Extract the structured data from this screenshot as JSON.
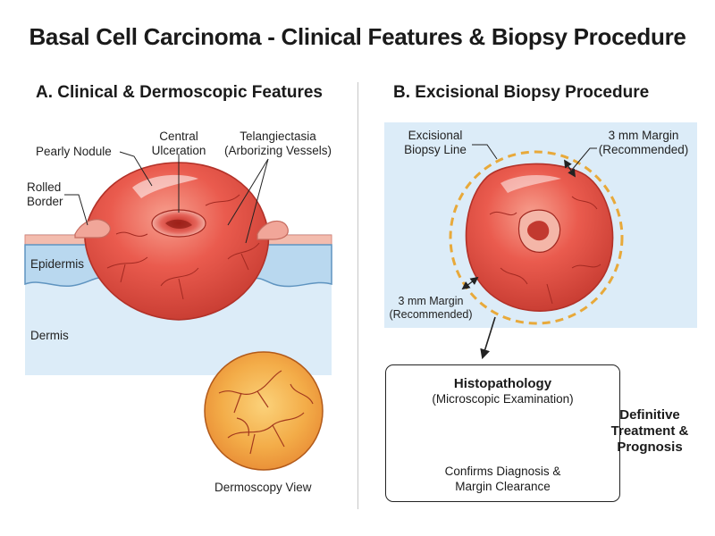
{
  "title": "Basal Cell Carcinoma - Clinical Features & Biopsy Procedure",
  "section_a": {
    "title": "A. Clinical & Dermoscopic Features",
    "labels": {
      "pearly_nodule": "Pearly Nodule",
      "central_ulceration": "Central\nUlceration",
      "telangiectasia": "Telangiectasia\n(Arborizing Vessels)",
      "rolled_border": "Rolled\nBorder",
      "epidermis": "Epidermis",
      "dermis": "Dermis",
      "dermoscopy_view": "Dermoscopy View"
    }
  },
  "section_b": {
    "title": "B. Excisional Biopsy Procedure",
    "labels": {
      "excisional_line": "Excisional\nBiopsy Line",
      "margin_top": "3 mm Margin\n(Recommended)",
      "margin_bottom": "3 mm Margin\n(Recommended)"
    },
    "histopathology": {
      "title": "Histopathology",
      "subtitle": "(Microscopic Examination)",
      "confirms": "Confirms Diagnosis &\nMargin Clearance"
    },
    "final": "Definitive\nTreatment &\nPrognosis"
  },
  "colors": {
    "skin_dermis": "#dcecf8",
    "epidermis": "#b9d8ef",
    "lesion": "#e8534a",
    "lesion_dark": "#c8352e",
    "border_skin": "#f2b3a8",
    "dermoscopy": "#f0a43a",
    "dashed_margin": "#e8a93a",
    "vessels": "#a32a22"
  }
}
